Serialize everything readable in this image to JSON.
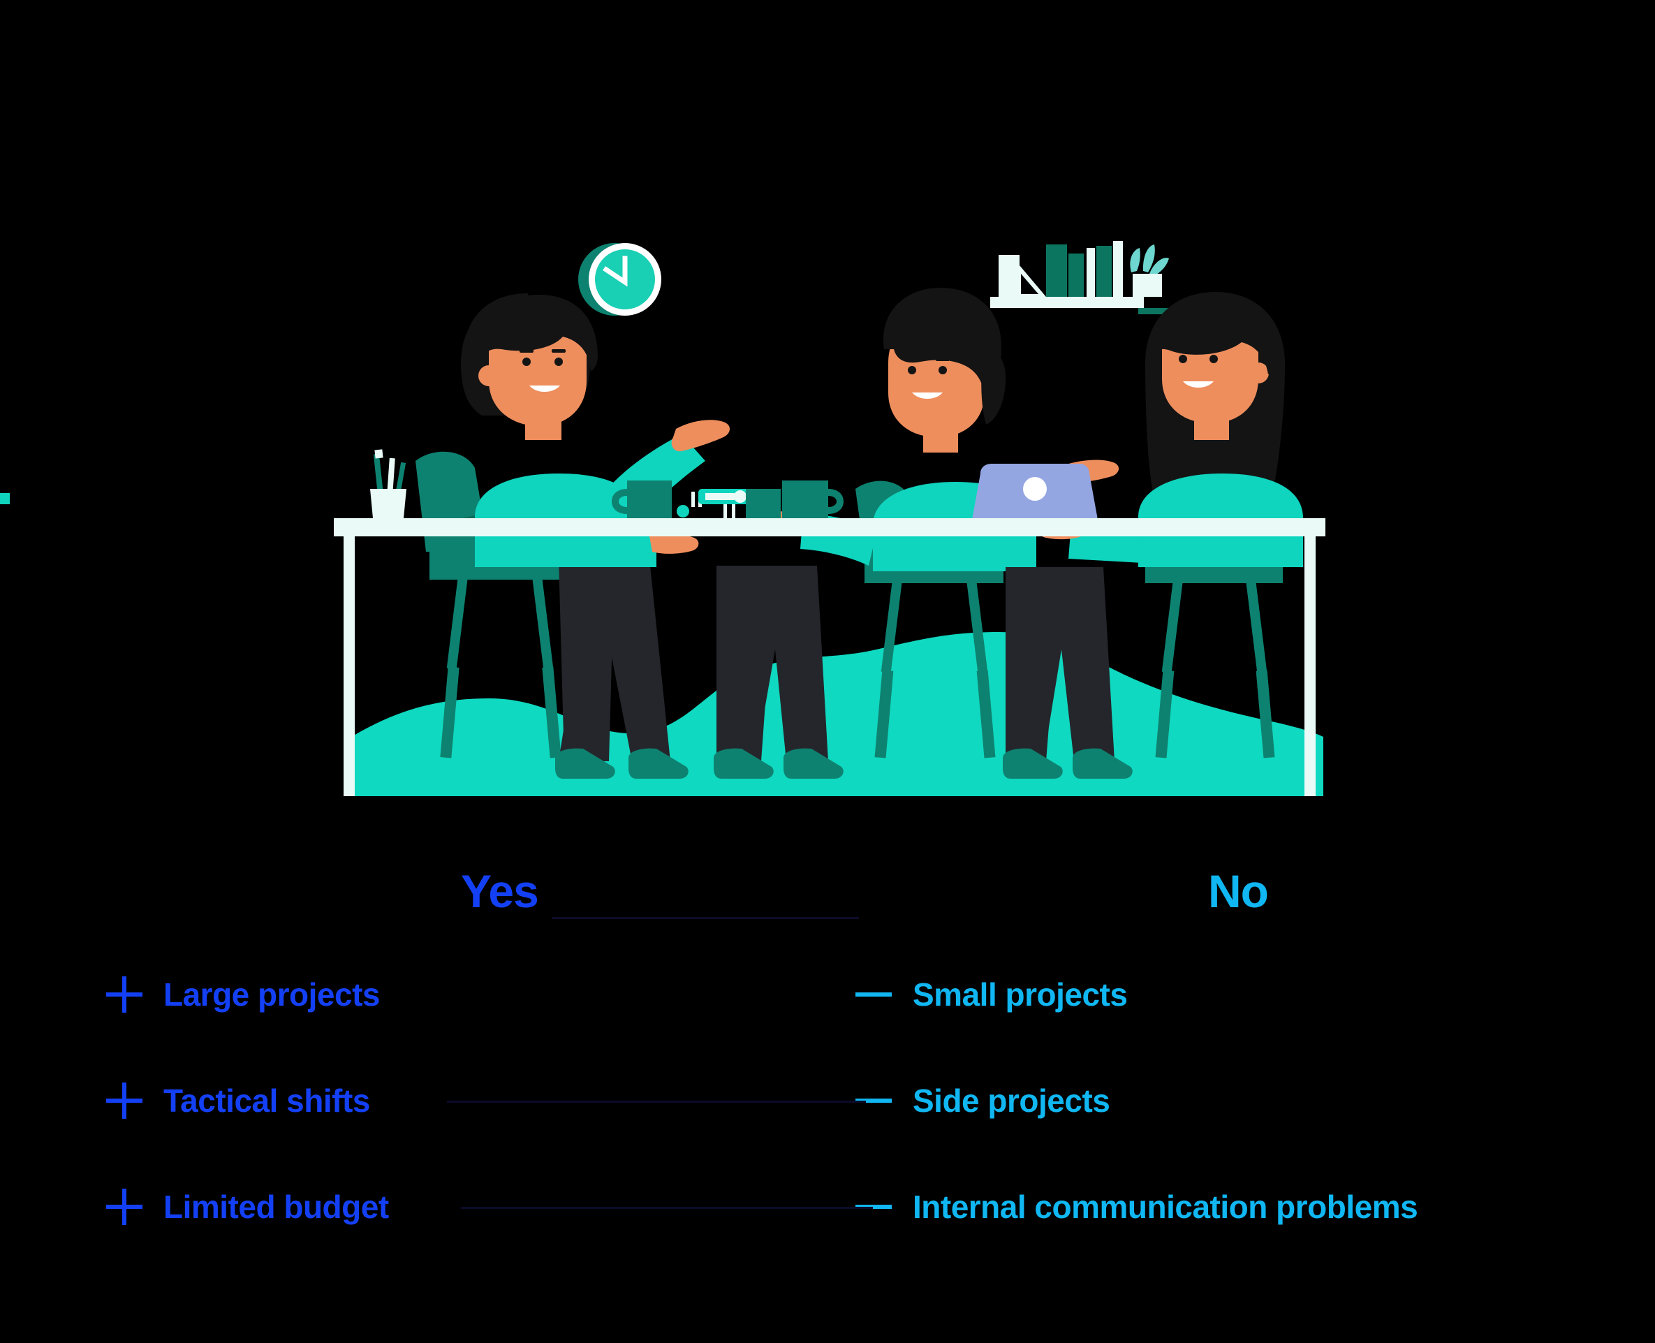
{
  "illustration": {
    "alt_name": "three-people-meeting-at-table",
    "palette": {
      "background": "#000000",
      "floor": "#0FD9C0",
      "desk": "#EAFBF7",
      "shirt": "#0FD4BE",
      "chair": "#0E8270",
      "chair_dark": "#0A6B5B",
      "pants": "#24262B",
      "shoe": "#0E8270",
      "skin": "#EE8E5D",
      "hair": "#141414",
      "laptop": "#93A6E2",
      "laptop_dark": "#7C8FD6",
      "book_green": "#0C7560",
      "clock_face": "#19CFB4",
      "shelf": "#EAFBF7",
      "white": "#FFFFFF"
    },
    "objects": [
      {
        "name": "wall-clock",
        "label": "clock"
      },
      {
        "name": "bookshelf",
        "label": "shelf with books and plant"
      },
      {
        "name": "pen-cup",
        "label": "pen holder"
      },
      {
        "name": "coffee-mug",
        "label": "mug"
      },
      {
        "name": "laptop",
        "label": "laptop"
      },
      {
        "name": "smartphone",
        "label": "phone"
      }
    ]
  },
  "columns": {
    "yes": {
      "label": "Yes",
      "color": "#1440F5",
      "bullet": "plus-icon"
    },
    "no": {
      "label": "No",
      "color": "#10B7F2",
      "bullet": "minus-icon"
    }
  },
  "criteria": [
    {
      "yes": "Large projects",
      "no": "Small projects"
    },
    {
      "yes": "Tactical shifts",
      "no": "Side projects"
    },
    {
      "yes": "Limited budget",
      "no": "Internal communication problems"
    }
  ]
}
